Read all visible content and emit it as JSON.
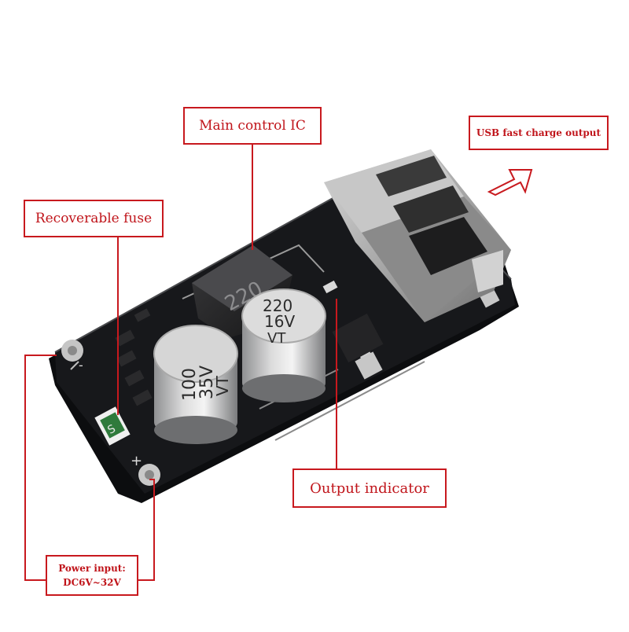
{
  "labels": {
    "main_control_ic": "Main control IC",
    "recoverable_fuse": "Recoverable fuse",
    "usb_output": "USB fast charge output",
    "output_indicator": "Output indicator",
    "power_input_line1": "Power input:",
    "power_input_line2": "DC6V~32V"
  },
  "board_markings": {
    "inductor": "220",
    "cap_left_l1": "100",
    "cap_left_l2": "35V",
    "cap_left_l3": "VT",
    "cap_right_l1": "220",
    "cap_right_l2": "16V",
    "cap_right_l3": "VT",
    "fuse_mark": "S",
    "minus": "-",
    "plus": "+"
  },
  "colors": {
    "label_border": "#c8191e",
    "label_text": "#c0141a",
    "pcb": "#121316"
  }
}
